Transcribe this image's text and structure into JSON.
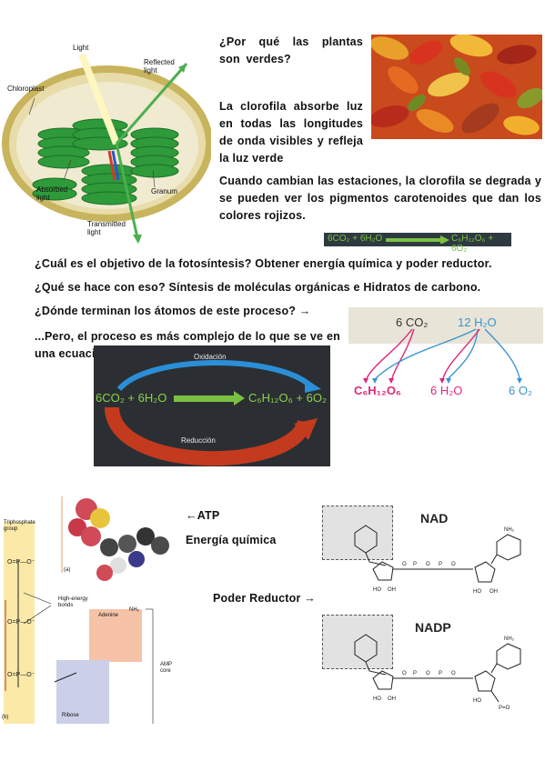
{
  "chloroplast_fig": {
    "light": "Light",
    "reflected": "Reflected\nlight",
    "chloroplast": "Chloroplast",
    "absorbed": "Absorbed\nlight",
    "granum": "Granum",
    "transmitted": "Transmitted\nlight"
  },
  "question_green": "¿Por qué las plantas son verdes?",
  "answer_chlorophyll": "La clorofila absorbe luz en todas las longitudes de onda visibles y refleja la luz verde",
  "seasons_text": "Cuando cambian las estaciones, la clorofila se degrada y se pueden ver los pigmentos carotenoides que dan los colores rojizos.",
  "equation_small": {
    "left": "6CO₂ + 6H₂O",
    "right": "C₆H₁₂O₆ + 6O₂"
  },
  "q_objective": "¿Cuál es el objetivo de la fotosíntesis? Obtener energía química y poder reductor.",
  "q_what": "¿Qué se hace con eso? Síntesis de moléculas orgánicas e Hidratos de carbono.",
  "q_atoms": "¿Dónde terminan los átomos de este proceso?  →",
  "complex_text": "...Pero, el proceso es más complejo de lo que se ve en una ecuación química.",
  "redox_fig": {
    "oxidation": "Oxidación",
    "reduction": "Reducción",
    "left": "6CO₂ + 6H₂O",
    "right": "C₆H₁₂O₆ + 6O₂"
  },
  "atoms_fig": {
    "co2": "6 CO₂",
    "h2o": "12 H₂O",
    "glucose": "C₆H₁₂O₆",
    "water": "6 H₂O",
    "oxygen": "6 O₂",
    "colors": {
      "carbon": "#e0287a",
      "oxygen": "#3a96cf",
      "band": "#e8e4d8"
    }
  },
  "atp_label": "←ATP",
  "energy_label": "Energía química",
  "reducer_label": "Poder Reductor →",
  "atp_fig": {
    "triphosphate": "Triphosphate\ngroup",
    "high_energy": "High-energy\nbonds",
    "adenine": "Adenine",
    "nh2": "NH₂",
    "ribose": "Ribose",
    "amp": "AMP\ncore",
    "a": "(a)",
    "b": "(b)"
  },
  "nad_fig": {
    "nad": "NAD",
    "nadp": "NADP"
  }
}
